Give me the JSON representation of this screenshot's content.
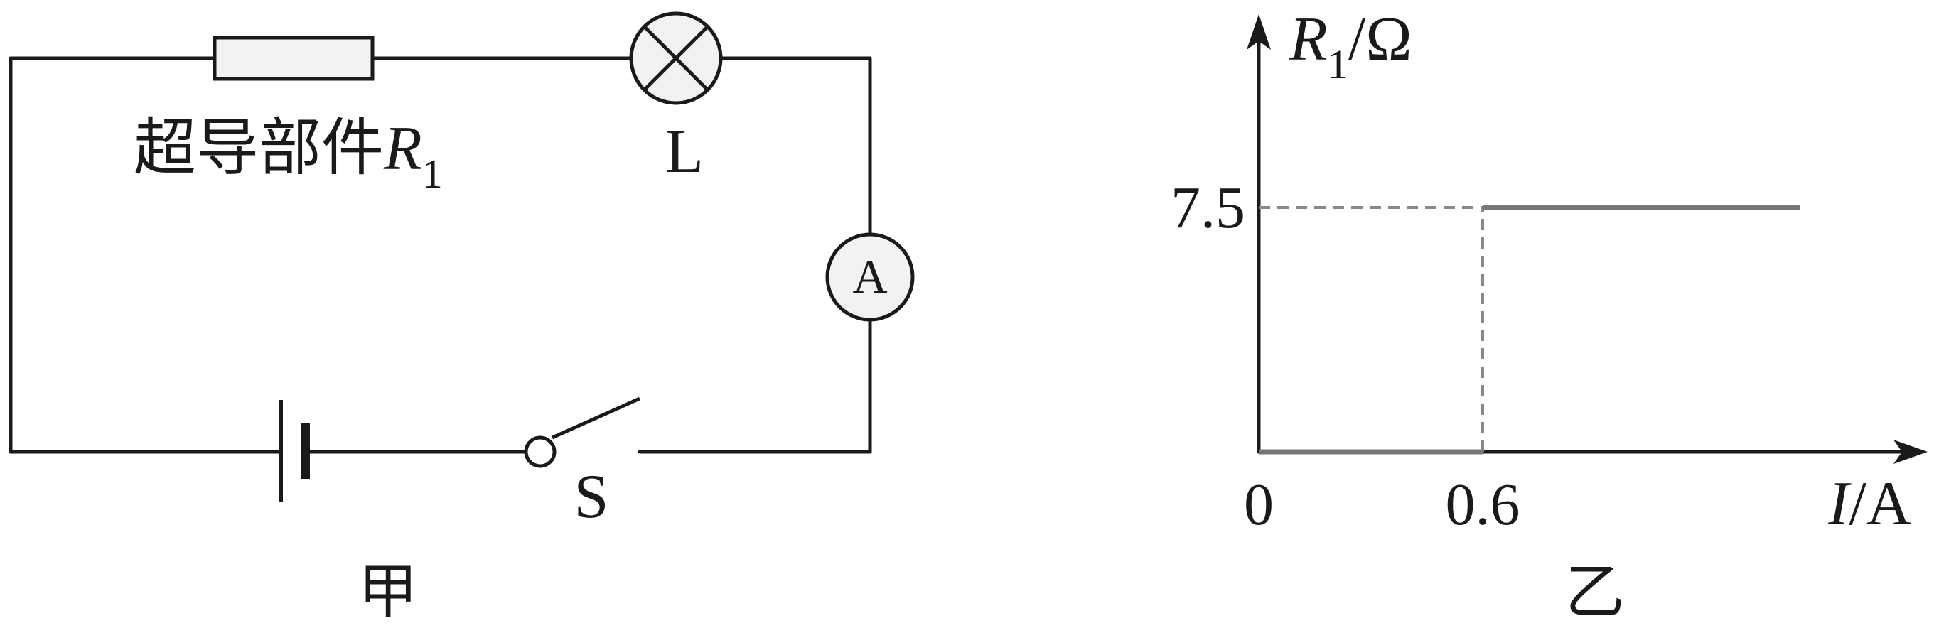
{
  "circuit": {
    "resistor_label": "超导部件",
    "resistor_symbol": "R",
    "resistor_subscript": "1",
    "lamp_label": "L",
    "ammeter_label": "A",
    "switch_label": "S",
    "caption": "甲"
  },
  "graph": {
    "y_axis_symbol": "R",
    "y_axis_subscript": "1",
    "y_axis_unit": "/Ω",
    "x_axis_symbol": "I",
    "x_axis_unit": "/A",
    "origin_label": "0",
    "x_tick_label": "0.6",
    "y_tick_label": "7.5",
    "caption": "乙"
  },
  "chart_data": {
    "type": "line",
    "x_unit": "A",
    "y_unit": "Ω",
    "series": [
      {
        "x": [
          0,
          0.6
        ],
        "y": [
          0,
          0
        ]
      },
      {
        "x": [
          0.6,
          1.45
        ],
        "y": [
          7.5,
          7.5
        ]
      }
    ],
    "x_ticks": [
      0,
      0.6
    ],
    "y_ticks": [
      7.5
    ],
    "grid": false,
    "guides": "dashed lines from (0, 7.5) to (0.6, 7.5) and from (0.6, 0) to (0.6, 7.5)"
  }
}
